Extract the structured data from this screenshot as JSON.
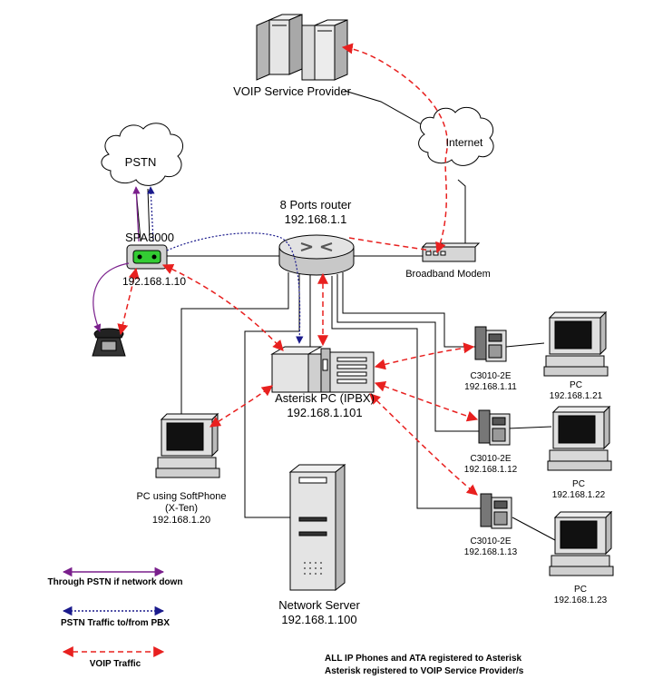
{
  "colors": {
    "voip": "#e8201f",
    "pstn_pbx": "#1a1a8c",
    "pstn_backup": "#7a1f8c",
    "wire": "#000000",
    "device": "#d9d9d9"
  },
  "nodes": {
    "voip_provider": "VOIP Service Provider",
    "internet": "Internet",
    "pstn": "PSTN",
    "router_title": "8 Ports router",
    "router_ip": "192.168.1.1",
    "spa_name": "SPA3000",
    "spa_ip": "192.168.1.10",
    "modem": "Broadband Modem",
    "asterisk_title": "Asterisk PC (IPBX)",
    "asterisk_ip": "192.168.1.101",
    "softphone_l1": "PC using SoftPhone",
    "softphone_l2": "(X-Ten)",
    "softphone_ip": "192.168.1.20",
    "server_title": "Network Server",
    "server_ip": "192.168.1.100",
    "phone1_name": "C3010-2E",
    "phone1_ip": "192.168.1.11",
    "phone2_name": "C3010-2E",
    "phone2_ip": "192.168.1.12",
    "phone3_name": "C3010-2E",
    "phone3_ip": "192.168.1.13",
    "pc1_name": "PC",
    "pc1_ip": "192.168.1.21",
    "pc2_name": "PC",
    "pc2_ip": "192.168.1.22",
    "pc3_name": "PC",
    "pc3_ip": "192.168.1.23"
  },
  "icons": [
    "server-rack-icon",
    "cloud-icon",
    "router-icon",
    "ata-icon",
    "modem-icon",
    "telephone-icon",
    "desktop-pc-icon",
    "ip-phone-icon",
    "tower-server-icon"
  ],
  "legend": {
    "pstn_backup": "Through PSTN if network down",
    "pstn_pbx": "PSTN Traffic to/from PBX",
    "voip": "VOIP Traffic"
  },
  "note": {
    "line1": "ALL IP Phones and ATA registered to Asterisk",
    "line2": "Asterisk registered to VOIP Service Provider/s"
  }
}
